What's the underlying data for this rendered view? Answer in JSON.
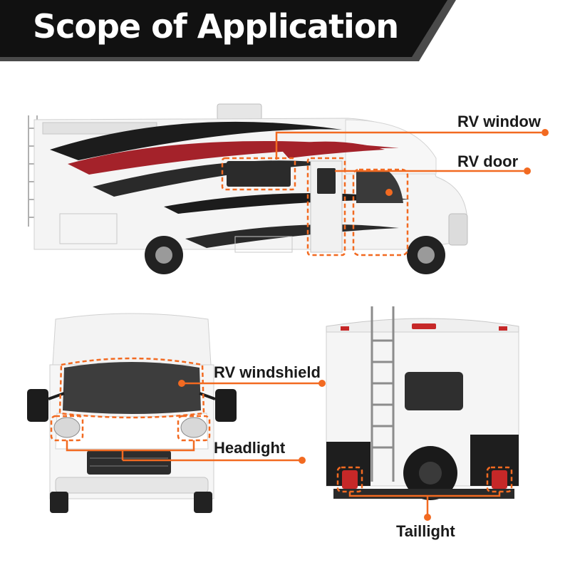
{
  "title": "Scope of Application",
  "colors": {
    "banner_bg": "#111111",
    "banner_edge": "#4a4a4a",
    "accent": "#f26a21",
    "text": "#1a1a1a"
  },
  "labels": {
    "rv_window": "RV window",
    "rv_door": "RV door",
    "rv_windshield": "RV windshield",
    "headlight": "Headlight",
    "taillight": "Taillight"
  },
  "icons": {
    "rv_side_view": "rv-side-view-illustration",
    "rv_front_view": "rv-front-view-illustration",
    "rv_rear_view": "rv-rear-view-illustration",
    "callout_dot": "orange-dot"
  }
}
